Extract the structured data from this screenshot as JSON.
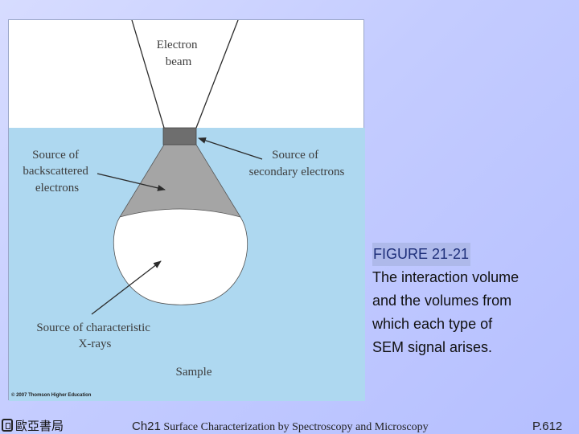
{
  "figure": {
    "labels": {
      "electron_beam": [
        "Electron",
        "beam"
      ],
      "backscattered": [
        "Source of",
        "backscattered",
        "electrons"
      ],
      "secondary": [
        "Source of",
        "secondary electrons"
      ],
      "xray": [
        "Source of characteristic",
        "X-rays"
      ],
      "sample": "Sample"
    },
    "credit": "© 2007 Thomson Higher Education",
    "colors": {
      "sample": "#aed8f0",
      "secondary_region": "#6e6e6e",
      "backscatter_region": "#a5a5a5",
      "xray_region": "#ffffff"
    }
  },
  "caption": {
    "title": "FIGURE 21-21",
    "lines": [
      "The interaction volume",
      "and the volumes from",
      "which each type of",
      "SEM signal arises."
    ]
  },
  "footer": {
    "publisher": "歐亞書局",
    "chapter_prefix": "Ch21",
    "chapter_title": "Surface Characterization by Spectroscopy and Microscopy",
    "page": "P.612"
  }
}
